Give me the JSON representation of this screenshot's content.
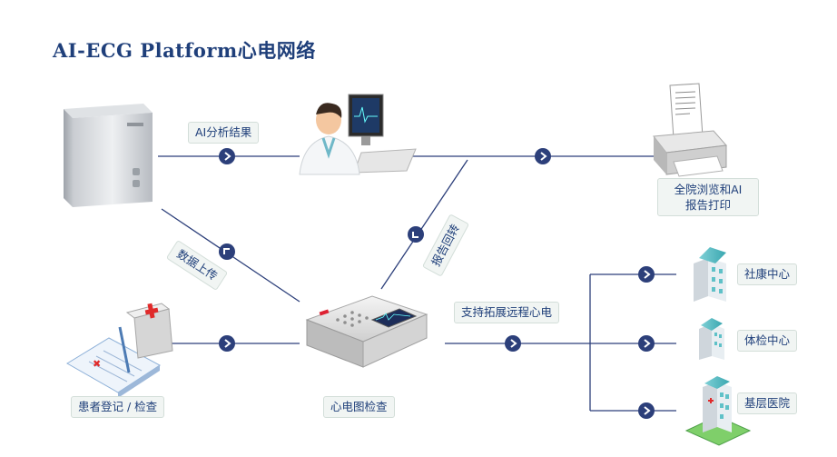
{
  "title": "AI-ECG  Platform心电网络",
  "labels": {
    "ai_result": "AI分析结果",
    "data_upload": "数据上传",
    "report_return": "报告回转",
    "print_line1": "全院浏览和AI",
    "print_line2": "报告打印",
    "remote_support": "支持拓展远程心电",
    "registration": "患者登记 / 检查",
    "ecg_exam": "心电图检查",
    "community": "社康中心",
    "physical_exam": "体检中心",
    "primary_hospital": "基层医院"
  },
  "colors": {
    "line": "#2c3f7a",
    "arrow_circle": "#2c3f7a",
    "title": "#1f3f7a",
    "label_bg": "#f1f5f3",
    "building_teal": "#5fc1c8",
    "cross_red": "#e02a2a"
  },
  "icons": [
    "server-icon",
    "doctor-workstation-icon",
    "printer-icon",
    "registration-icon",
    "ecg-device-icon",
    "building-icon",
    "hospital-icon"
  ]
}
